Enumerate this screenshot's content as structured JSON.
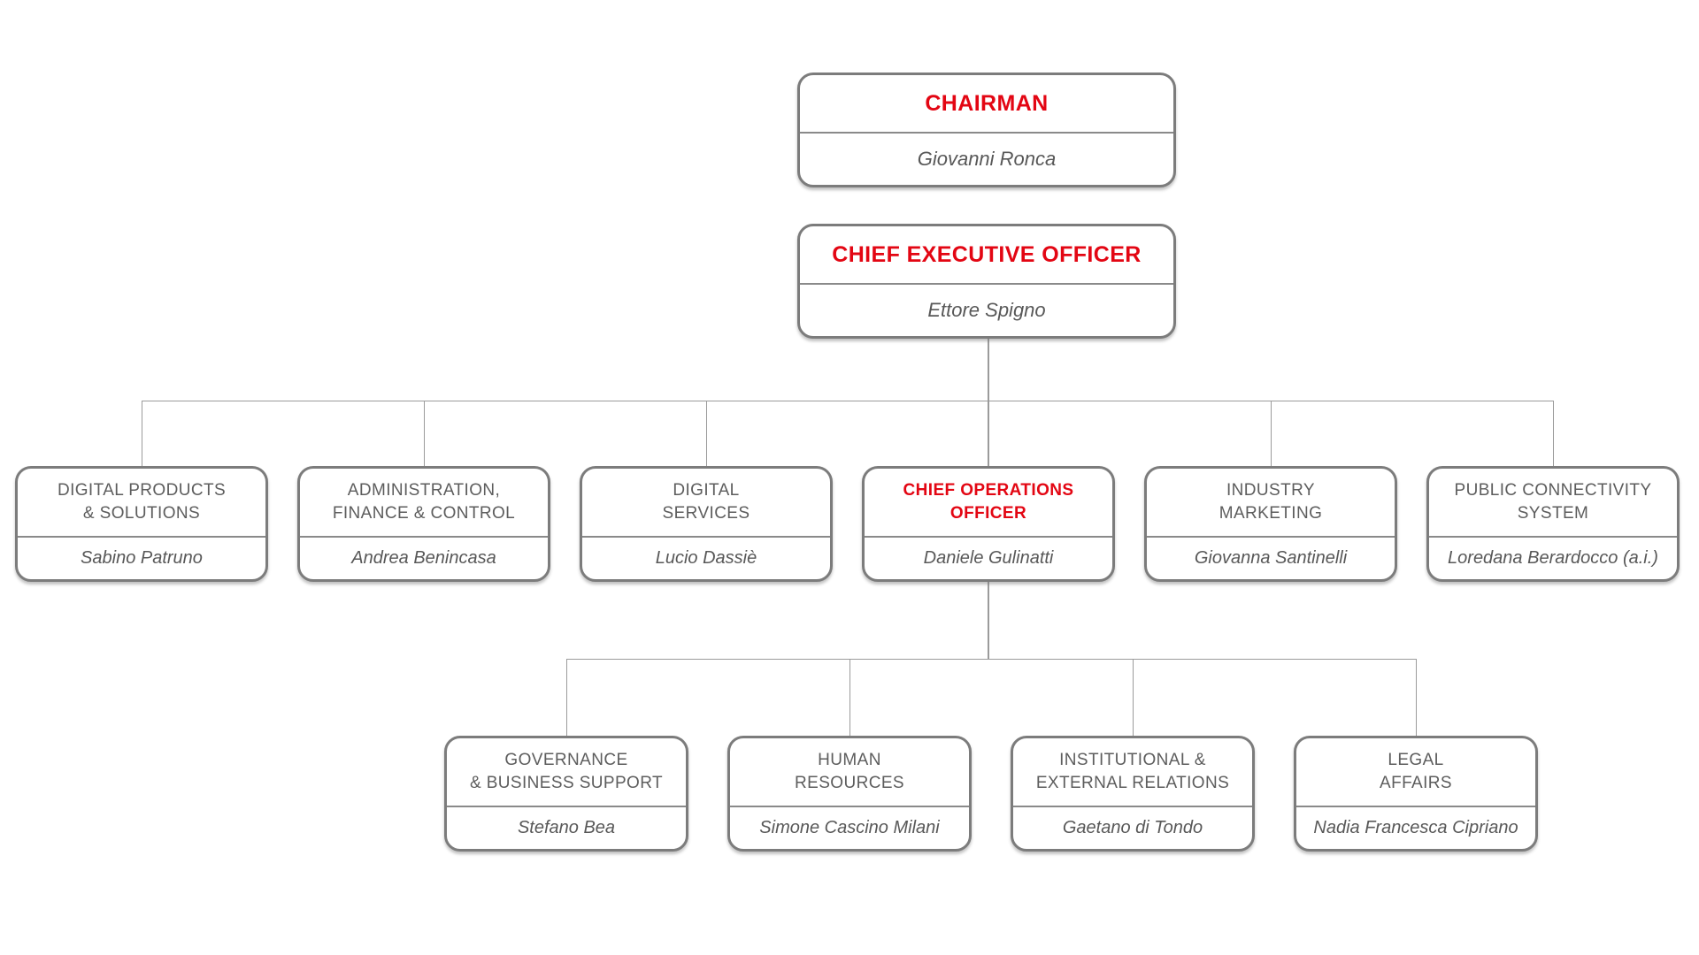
{
  "colors": {
    "accent_red": "#e30613",
    "box_border_gray": "#7c7c7c",
    "title_gray": "#5d5d5d",
    "name_gray": "#585858",
    "connector_gray": "#9b9b9b",
    "background": "#ffffff"
  },
  "chart_data": {
    "type": "org-chart",
    "nodes": [
      {
        "id": "chairman",
        "parent": null,
        "title": "CHAIRMAN",
        "title_lines": [
          "CHAIRMAN"
        ],
        "name": "Giovanni Ronca",
        "accent": true
      },
      {
        "id": "ceo",
        "parent": null,
        "title": "CHIEF EXECUTIVE OFFICER",
        "title_lines": [
          "CHIEF EXECUTIVE OFFICER"
        ],
        "name": "Ettore Spigno",
        "accent": true
      },
      {
        "id": "digital-products-solutions",
        "parent": "ceo",
        "title": "DIGITAL PRODUCTS & SOLUTIONS",
        "title_lines": [
          "DIGITAL PRODUCTS",
          "& SOLUTIONS"
        ],
        "name": "Sabino Patruno",
        "accent": false
      },
      {
        "id": "administration-finance-control",
        "parent": "ceo",
        "title": "ADMINISTRATION, FINANCE & CONTROL",
        "title_lines": [
          "ADMINISTRATION,",
          "FINANCE & CONTROL"
        ],
        "name": "Andrea Benincasa",
        "accent": false
      },
      {
        "id": "digital-services",
        "parent": "ceo",
        "title": "DIGITAL SERVICES",
        "title_lines": [
          "DIGITAL",
          "SERVICES"
        ],
        "name": "Lucio Dassiè",
        "accent": false
      },
      {
        "id": "coo",
        "parent": "ceo",
        "title": "CHIEF OPERATIONS OFFICER",
        "title_lines": [
          "CHIEF OPERATIONS",
          "OFFICER"
        ],
        "name": "Daniele Gulinatti",
        "accent": true
      },
      {
        "id": "industry-marketing",
        "parent": "ceo",
        "title": "INDUSTRY MARKETING",
        "title_lines": [
          "INDUSTRY",
          "MARKETING"
        ],
        "name": "Giovanna Santinelli",
        "accent": false
      },
      {
        "id": "public-connectivity-system",
        "parent": "ceo",
        "title": "PUBLIC CONNECTIVITY SYSTEM",
        "title_lines": [
          "PUBLIC CONNECTIVITY",
          "SYSTEM"
        ],
        "name": "Loredana Berardocco (a.i.)",
        "accent": false
      },
      {
        "id": "governance-business-support",
        "parent": "coo",
        "title": "GOVERNANCE & BUSINESS SUPPORT",
        "title_lines": [
          "GOVERNANCE",
          "& BUSINESS SUPPORT"
        ],
        "name": "Stefano Bea",
        "accent": false
      },
      {
        "id": "human-resources",
        "parent": "coo",
        "title": "HUMAN RESOURCES",
        "title_lines": [
          "HUMAN",
          "RESOURCES"
        ],
        "name": "Simone Cascino Milani",
        "accent": false
      },
      {
        "id": "institutional-external-relations",
        "parent": "coo",
        "title": "INSTITUTIONAL & EXTERNAL RELATIONS",
        "title_lines": [
          "INSTITUTIONAL &",
          "EXTERNAL RELATIONS"
        ],
        "name": "Gaetano di Tondo",
        "accent": false
      },
      {
        "id": "legal-affairs",
        "parent": "coo",
        "title": "LEGAL AFFAIRS",
        "title_lines": [
          "LEGAL",
          "AFFAIRS"
        ],
        "name": "Nadia Francesca Cipriano",
        "accent": false
      }
    ]
  }
}
